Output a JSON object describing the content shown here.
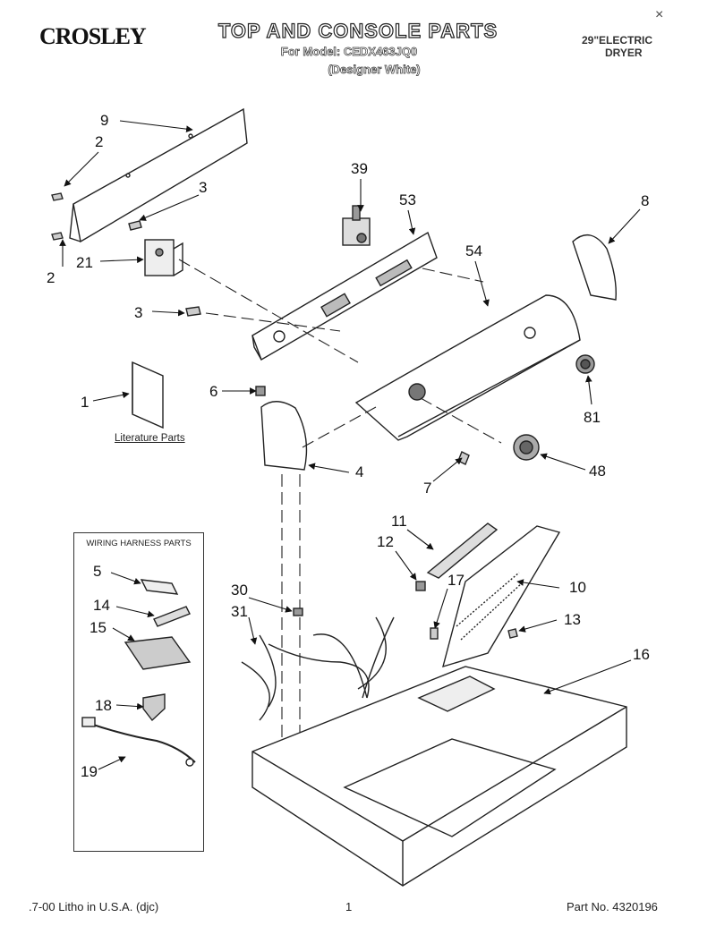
{
  "header": {
    "brand": "CROSLEY",
    "title": "TOP AND CONSOLE PARTS",
    "model_line": "For Model: CEDX463JQ0",
    "color_line": "(Designer White)",
    "type_line1": "29\"ELECTRIC",
    "type_line2": "DRYER"
  },
  "close_icon": "×",
  "wiring_box": {
    "title": "WIRING HARNESS PARTS"
  },
  "literature_label": "Literature Parts",
  "callouts": {
    "c9": "9",
    "c2a": "2",
    "c3a": "3",
    "c2b": "2",
    "c21": "21",
    "c3b": "3",
    "c39": "39",
    "c53": "53",
    "c54": "54",
    "c8": "8",
    "c1": "1",
    "c6": "6",
    "c81": "81",
    "c4": "4",
    "c7": "7",
    "c48": "48",
    "c11": "11",
    "c12": "12",
    "c17": "17",
    "c10": "10",
    "c13": "13",
    "c30": "30",
    "c31": "31",
    "c16": "16",
    "c5": "5",
    "c14": "14",
    "c15": "15",
    "c18": "18",
    "c19": "19"
  },
  "footer": {
    "left": ".7-00 Litho in U.S.A. (djc)",
    "page": "1",
    "part_no": "Part No. 4320196"
  }
}
